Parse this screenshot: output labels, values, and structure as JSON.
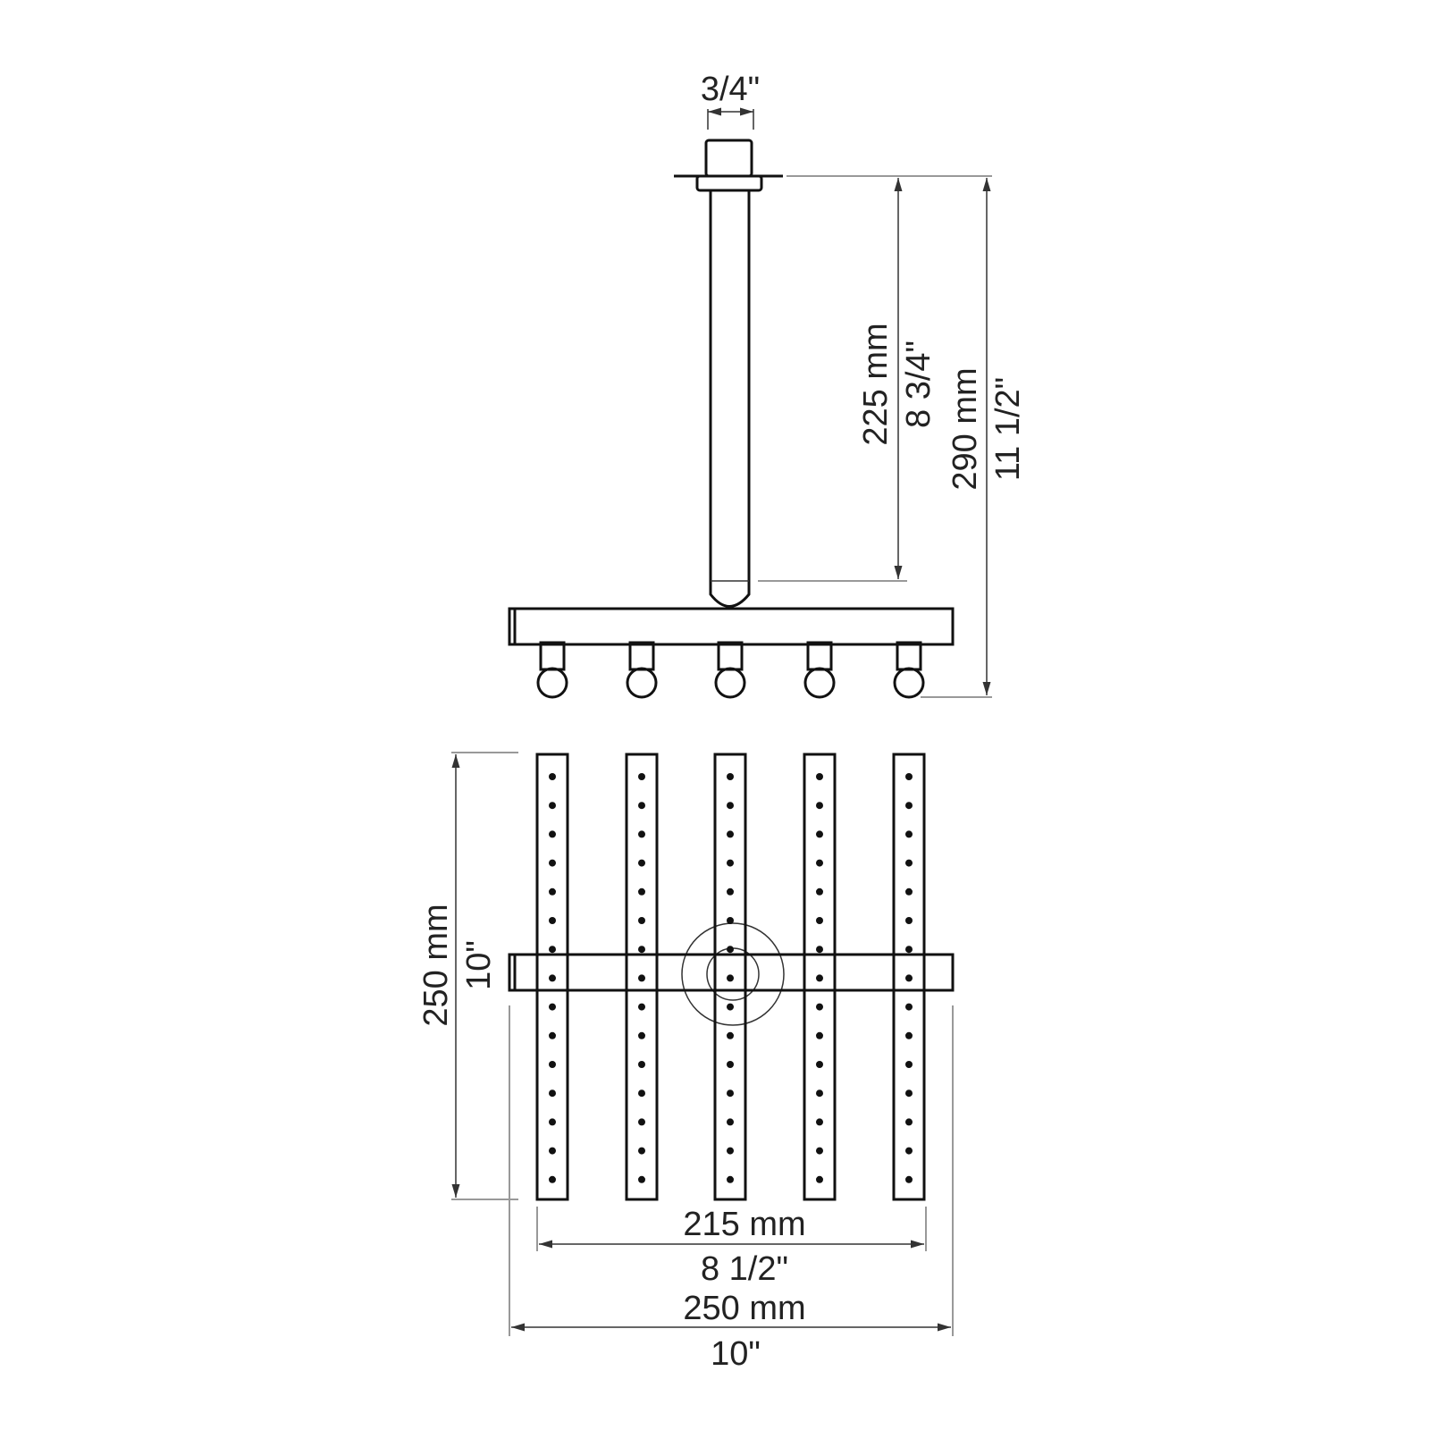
{
  "dimensions": {
    "inlet_size": "3/4\"",
    "arm_length_mm": "225 mm",
    "arm_length_in": "8 3/4\"",
    "total_height_mm": "290 mm",
    "total_height_in": "11 1/2\"",
    "head_depth_mm": "250 mm",
    "head_depth_in": "10\"",
    "bar_span_mm": "215 mm",
    "bar_span_in": "8 1/2\"",
    "head_width_mm": "250 mm",
    "head_width_in": "10\""
  },
  "colors": {
    "line": "#111111",
    "dimension": "#333333"
  }
}
